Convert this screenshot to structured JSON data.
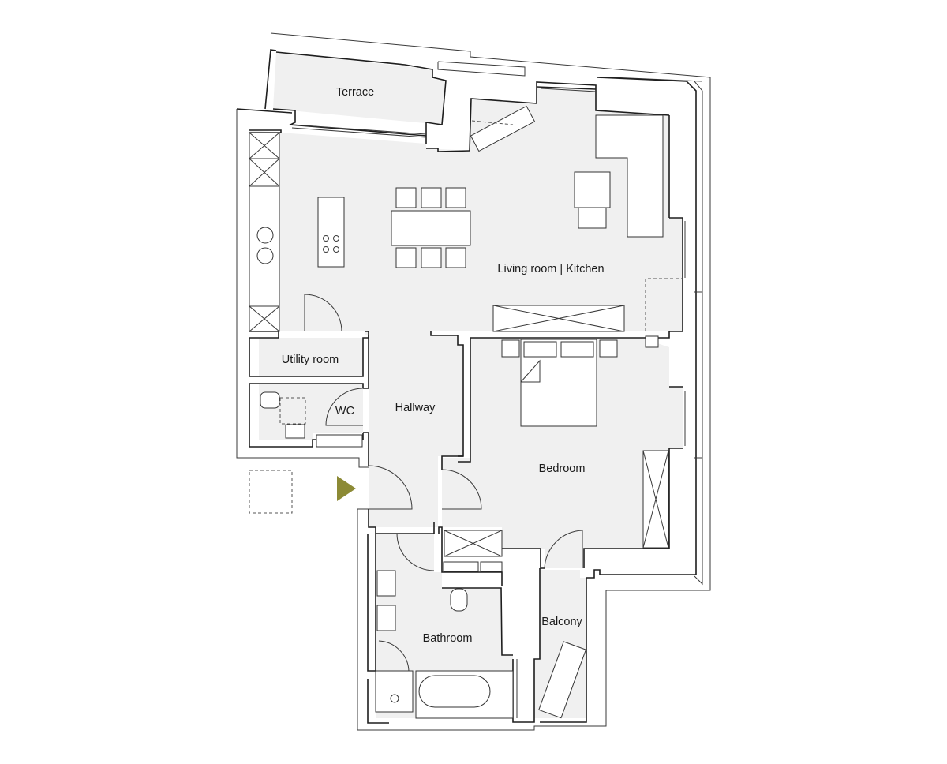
{
  "plan": {
    "rooms": {
      "terrace": "Terrace",
      "living": "Living room | Kitchen",
      "utility": "Utility room",
      "wc": "WC",
      "hallway": "Hallway",
      "bedroom": "Bedroom",
      "bathroom": "Bathroom",
      "balcony": "Balcony"
    },
    "entrance_marker": "entrance-arrow",
    "colors": {
      "room_fill": "#f0f0f0",
      "wall": "#1e1e1e",
      "entrance": "#8c8a35"
    }
  }
}
